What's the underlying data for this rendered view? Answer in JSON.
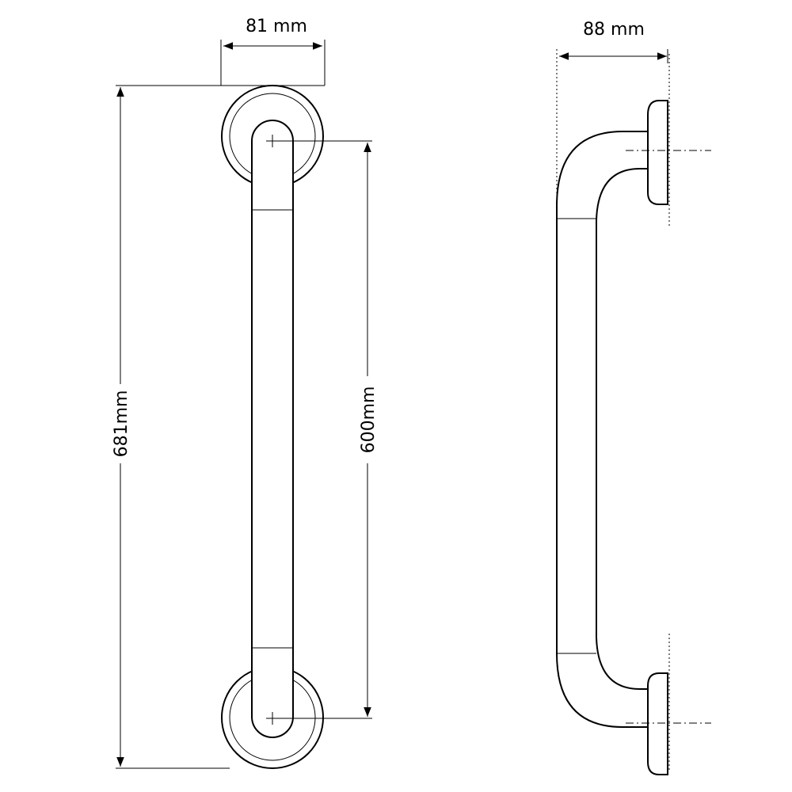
{
  "dimensions": {
    "front_width": "81 mm",
    "side_depth": "88 mm",
    "overall_length": "681mm",
    "centers": "600mm"
  }
}
